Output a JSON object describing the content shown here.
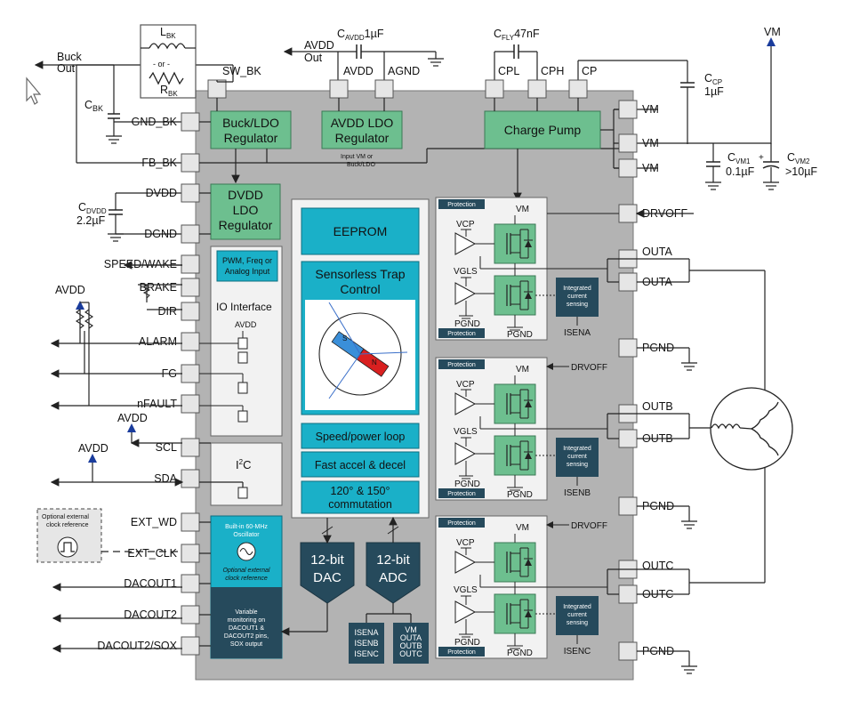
{
  "pins_left": [
    {
      "label": "GND_BK"
    },
    {
      "label": "FB_BK"
    },
    {
      "label": "DVDD"
    },
    {
      "label": "DGND"
    },
    {
      "label": "SPEED/WAKE"
    },
    {
      "label": "BRAKE"
    },
    {
      "label": "DIR"
    },
    {
      "label": "ALARM"
    },
    {
      "label": "FG"
    },
    {
      "label": "nFAULT"
    },
    {
      "label": "SCL"
    },
    {
      "label": "SDA"
    },
    {
      "label": "EXT_WD"
    },
    {
      "label": "EXT_CLK"
    },
    {
      "label": "DACOUT1"
    },
    {
      "label": "DACOUT2"
    },
    {
      "label": "DACOUT2/SOX"
    }
  ],
  "pins_top": {
    "sw_bk": "SW_BK",
    "avdd": "AVDD",
    "agnd": "AGND",
    "cpl": "CPL",
    "cph": "CPH",
    "cp": "CP"
  },
  "pins_right": {
    "vm": "VM",
    "drvoff": "DRVOFF",
    "outa": "OUTA",
    "outb": "OUTB",
    "outc": "OUTC",
    "pgnd": "PGND"
  },
  "external": {
    "buck": "Buck",
    "out": "Out",
    "l_bk": "L",
    "l_bk_sub": "BK",
    "or": "- or -",
    "r_bk": "R",
    "r_bk_sub": "BK",
    "c_bk": "C",
    "c_bk_sub": "BK",
    "avdd_out_1": "AVDD",
    "avdd_out_2": "Out",
    "c_avdd": "C",
    "c_avdd_sub": "AVDD",
    "c_avdd_val": "1µF",
    "c_fly": "C",
    "c_fly_sub": "FLY",
    "c_fly_val": "47nF",
    "c_cp": "C",
    "c_cp_sub": "CP",
    "c_cp_val": "1µF",
    "vm_top": "VM",
    "c_vm1": "C",
    "c_vm1_sub": "VM1",
    "c_vm1_val": "0.1µF",
    "c_vm2": "C",
    "c_vm2_sub": "VM2",
    "c_vm2_val": ">10µF",
    "c_dvdd": "C",
    "c_dvdd_sub": "DVDD",
    "c_dvdd_val": "2.2µF",
    "avdd_label": "AVDD",
    "osc_ref_1": "Optional external",
    "osc_ref_2": "clock reference"
  },
  "blocks": {
    "buck_1": "Buck/LDO",
    "buck_2": "Regulator",
    "avdd_ldo_1": "AVDD LDO",
    "avdd_ldo_2": "Regulator",
    "input_vm_1": "Input VM or",
    "input_vm_2": "Buck/LDO",
    "charge_pump": "Charge Pump",
    "dvdd_1": "DVDD",
    "dvdd_2": "LDO",
    "dvdd_3": "Regulator",
    "pwm_1": "PWM, Freq or",
    "pwm_2": "Analog Input",
    "io_interface": "IO Interface",
    "io_avdd": "AVDD",
    "i2c": "I",
    "i2c_sup": "2",
    "i2c_end": "C",
    "eeprom": "EEPROM",
    "trap_1": "Sensorless Trap",
    "trap_2": "Control",
    "speed_loop": "Speed/power loop",
    "fast_accel": "Fast accel & decel",
    "comm_1": "120° & 150°",
    "comm_2": "commutation",
    "osc_1": "Built-in 60-MHz",
    "osc_2": "Oscillator",
    "opt_clk_1": "Optional external",
    "opt_clk_2": "clock reference",
    "var_1": "Variable",
    "var_2": "monitoring on",
    "var_3": "DACOUT1 &",
    "var_4": "DACOUT2 pins,",
    "var_5": "SOX output",
    "dac_1": "12-bit",
    "dac_2": "DAC",
    "adc_1": "12-bit",
    "adc_2": "ADC",
    "isen_1": "ISENA",
    "isen_2": "ISENB",
    "isen_3": "ISENC",
    "vmo_1": "VM",
    "vmo_2": "OUTA",
    "vmo_3": "OUTB",
    "vmo_4": "OUTC",
    "protection": "Protection",
    "vcp": "VCP",
    "vgls": "VGLS",
    "vm": "VM",
    "pgnd": "PGND",
    "drvoff": "DRVOFF",
    "ics_1": "Integrated",
    "ics_2": "current",
    "ics_3": "sensing",
    "isena": "ISENA",
    "isenb": "ISENB",
    "isenc": "ISENC",
    "motor_s": "S",
    "motor_n": "N"
  },
  "colors": {
    "chip": "#b3b3b3",
    "green": "#6dbf8f",
    "cyan": "#1ab0c8",
    "navy": "#264a5c",
    "panel": "#f2f2f2"
  }
}
